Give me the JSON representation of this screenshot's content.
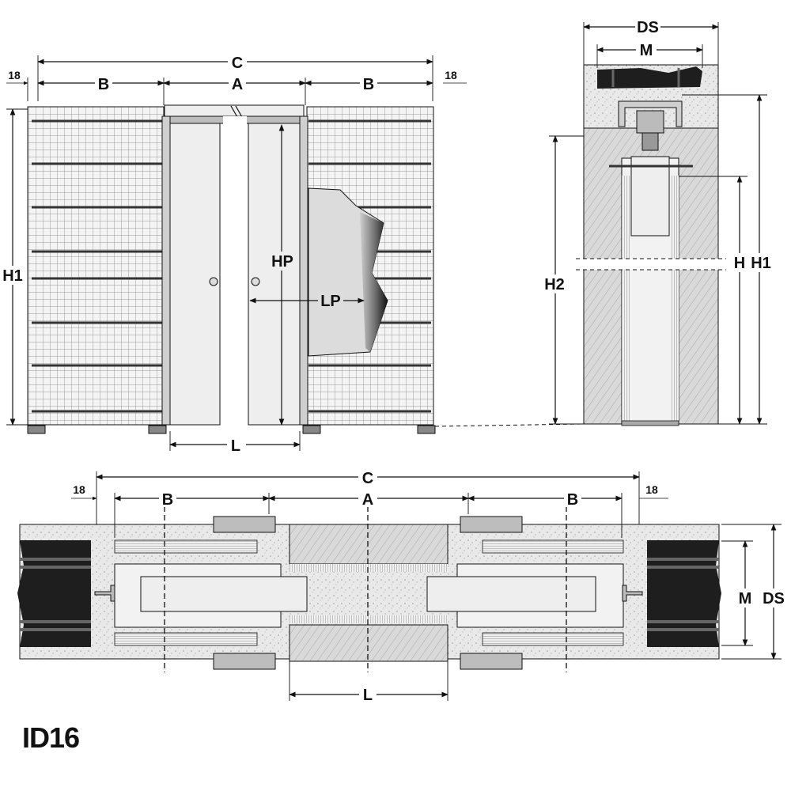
{
  "product_code": "ID16",
  "front_view": {
    "labels": {
      "C": "C",
      "A": "A",
      "B_left": "B",
      "B_right": "B",
      "gap_left": "18",
      "gap_right": "18",
      "H1": "H1",
      "HP": "HP",
      "LP": "LP",
      "L": "L"
    }
  },
  "side_section": {
    "labels": {
      "DS": "DS",
      "M": "M",
      "H2": "H2",
      "H": "H",
      "H1": "H1"
    }
  },
  "plan_section": {
    "labels": {
      "C": "C",
      "A": "A",
      "B_left": "B",
      "B_right": "B",
      "gap_left": "18",
      "gap_right": "18",
      "L": "L",
      "M": "M",
      "DS": "DS"
    }
  },
  "colors": {
    "line": "#111111",
    "plaster": "#e6e6e6",
    "wall_dark": "#1e1e1e",
    "wood_light": "#dcdcdc",
    "door_panel": "#eeeeee"
  }
}
